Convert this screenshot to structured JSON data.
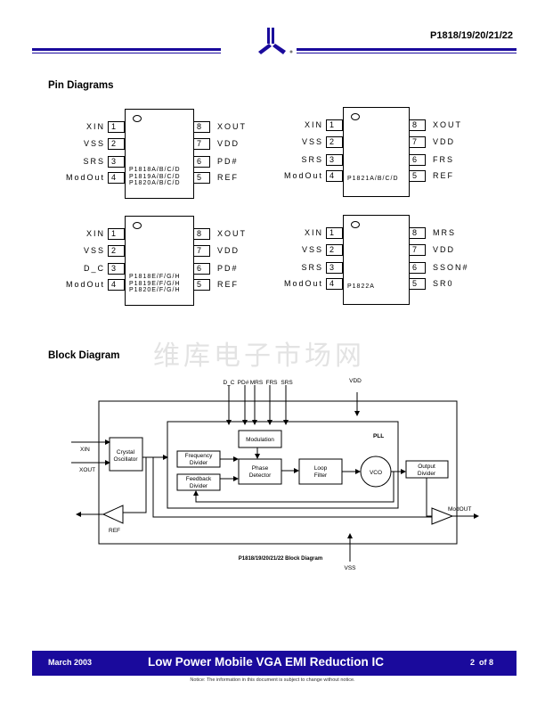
{
  "header": {
    "doc_id": "P1818/19/20/21/22",
    "logo": "registered-logo"
  },
  "pin_diagrams": {
    "title": "Pin Diagrams",
    "chips": [
      {
        "parts": [
          "P1818A/B/C/D",
          "P1819A/B/C/D",
          "P1820A/B/C/D"
        ],
        "left": [
          "XIN",
          "VSS",
          "SRS",
          "ModOut"
        ],
        "right": [
          "XOUT",
          "VDD",
          "PD#",
          "REF"
        ]
      },
      {
        "parts": [
          "P1821A/B/C/D"
        ],
        "left": [
          "XIN",
          "VSS",
          "SRS",
          "ModOut"
        ],
        "right": [
          "XOUT",
          "VDD",
          "FRS",
          "REF"
        ]
      },
      {
        "parts": [
          "P1818E/F/G/H",
          "P1819E/F/G/H",
          "P1820E/F/G/H"
        ],
        "left": [
          "XIN",
          "VSS",
          "D_C",
          "ModOut"
        ],
        "right": [
          "XOUT",
          "VDD",
          "PD#",
          "REF"
        ]
      },
      {
        "parts": [
          "P1822A"
        ],
        "left": [
          "XIN",
          "VSS",
          "SRS",
          "ModOut"
        ],
        "right": [
          "MRS",
          "VDD",
          "SSON#",
          "SR0"
        ]
      }
    ],
    "left_numbers": [
      "1",
      "2",
      "3",
      "4"
    ],
    "right_numbers": [
      "8",
      "7",
      "6",
      "5"
    ]
  },
  "watermark": "维库电子市场网",
  "block_diagram": {
    "title": "Block Diagram",
    "inputs_top": [
      "D_C",
      "PD#",
      "MRS",
      "FRS",
      "SRS"
    ],
    "vdd": "VDD",
    "vss": "VSS",
    "xin": "XIN",
    "xout": "XOUT",
    "ref": "REF",
    "modout": "ModOUT",
    "pll": "PLL",
    "crystal": [
      "Crystal",
      "Oscillator"
    ],
    "modulation": "Modulation",
    "freq_div": [
      "Frequency",
      "Divider"
    ],
    "fb_div": [
      "Feedback",
      "Divider"
    ],
    "phase": [
      "Phase",
      "Detector"
    ],
    "loop": [
      "Loop",
      "Filter"
    ],
    "vco": "VCO",
    "out_div": [
      "Output",
      "Divider"
    ],
    "caption": "P1818/19/20/21/22 Block Diagram"
  },
  "footer": {
    "date": "March 2003",
    "title": "Low Power Mobile VGA EMI Reduction IC",
    "page": "2  of 8",
    "notice": "Notice: The information in this document is subject to change without notice."
  }
}
